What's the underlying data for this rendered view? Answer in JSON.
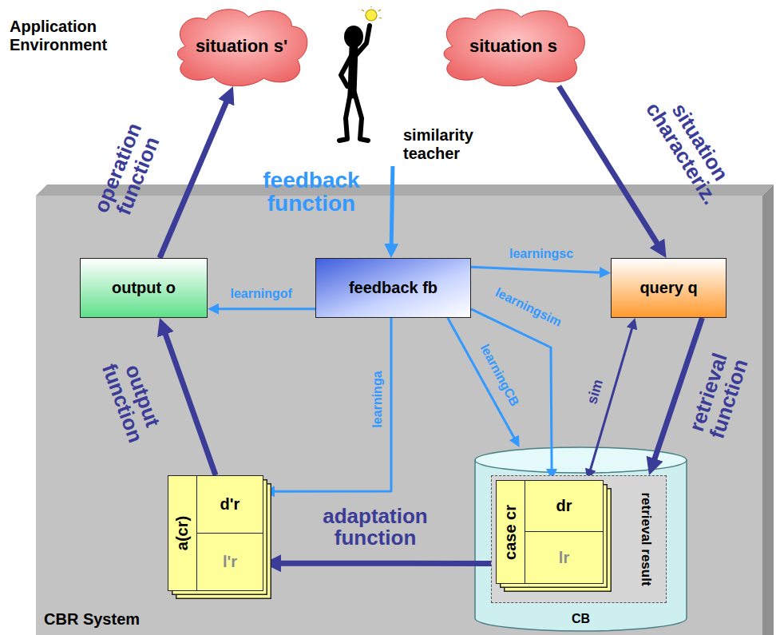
{
  "diagram": {
    "nodes": [
      {
        "text": [
          "situation s'"
        ]
      },
      {
        "text": [
          "situation s"
        ]
      },
      {
        "text": [
          "similarity teacher"
        ]
      },
      {
        "text": [
          "CBR System"
        ]
      },
      {
        "text": [
          "output o"
        ],
        "in": 3
      },
      {
        "text": [
          "feedback fb"
        ],
        "in": 3
      },
      {
        "text": [
          "query q"
        ],
        "in": 3
      },
      {
        "text": [
          "CB"
        ],
        "in": 3
      },
      {
        "text": [
          "retrieval result"
        ],
        "in": 7
      },
      {
        "text": [
          "case cr",
          "dr",
          "lr"
        ],
        "in": 8
      },
      {
        "text": [
          "a(cr)",
          "d'r",
          "l'r"
        ],
        "in": 3
      }
    ],
    "edges": [
      {
        "from": 1,
        "to": 6,
        "label": "situation characteriz.",
        "arrow": "to"
      },
      {
        "from": 6,
        "to": 8,
        "label": "retrieval function",
        "arrow": "to"
      },
      {
        "from": 6,
        "to": 9,
        "label": "sim",
        "arrow": "both"
      },
      {
        "from": 8,
        "to": 10,
        "label": "adaptation function",
        "arrow": "to"
      },
      {
        "from": 10,
        "to": 4,
        "label": "output function",
        "arrow": "to"
      },
      {
        "from": 4,
        "to": 0,
        "label": "operation function",
        "arrow": "to"
      },
      {
        "from": 2,
        "to": 5,
        "label": "feedback function",
        "arrow": "to"
      },
      {
        "from": 5,
        "to": 6,
        "label": "learningsc",
        "arrow": "to"
      },
      {
        "from": 5,
        "to": 9,
        "label": "learningsim",
        "arrow": "to"
      },
      {
        "from": 5,
        "to": 7,
        "label": "learningCB",
        "arrow": "to"
      },
      {
        "from": 5,
        "to": 10,
        "label": "learninga",
        "arrow": "to"
      },
      {
        "from": 5,
        "to": 4,
        "label": "learningof",
        "arrow": "to"
      }
    ],
    "labels": [
      "Application Environment"
    ]
  }
}
